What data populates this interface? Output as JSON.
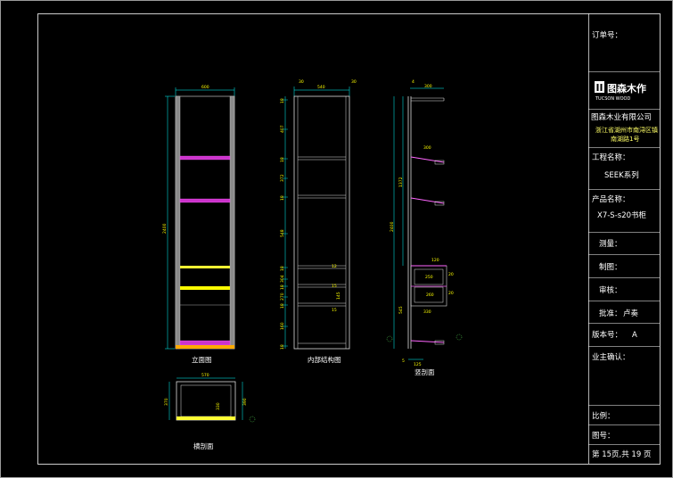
{
  "title_block": {
    "order_no_label": "订单号：",
    "logo_cn": "图森木作",
    "logo_en": "TUCSON WOOD",
    "company": "图森木业有限公司",
    "address_line1": "浙江省湖州市南浔区镇",
    "address_line2": "南湖路1号",
    "project_label": "工程名称：",
    "project_value": "SEEK系列",
    "product_label": "产品名称：",
    "product_value": "X7-S-s20书柜",
    "measure_label": "测量：",
    "draw_label": "制图：",
    "review_label": "审核：",
    "approve_label": "批准：",
    "approve_value": "卢奏",
    "version_label": "版本号：",
    "version_value": "A",
    "owner_label": "业主确认：",
    "scale_label": "比例：",
    "drawing_no_label": "图号：",
    "page_info": "第 15页,共 19 页"
  },
  "views": {
    "front_label": "立面图",
    "inner_label": "内部结构图",
    "side_label": "竖剖面",
    "plan_label": "横剖面"
  },
  "dimensions": {
    "front_width": "600",
    "front_height": "2400",
    "inner_width": "540",
    "inner_left": "30",
    "inner_right": "30",
    "inner_segments": [
      "18",
      "407",
      "18",
      "372",
      "18",
      "548",
      "18",
      "304",
      "18",
      "270",
      "18",
      "160",
      "18"
    ],
    "inner_small": [
      "12",
      "15",
      "145",
      "15"
    ],
    "side_top": "300",
    "side_left": "4",
    "side_shelf": "300",
    "side_height_a": "1372",
    "side_height_b": "2400",
    "side_height_c": "545",
    "side_drawer_w": "120",
    "side_drawer_a": "250",
    "side_drawer_b": "260",
    "side_drawer_h1": "20",
    "side_drawer_h2": "20",
    "side_bottom_w": "330",
    "side_base": "125",
    "side_base_l": "5",
    "plan_width": "570",
    "plan_depth": "370",
    "plan_inner": "330",
    "plan_side": "390"
  }
}
